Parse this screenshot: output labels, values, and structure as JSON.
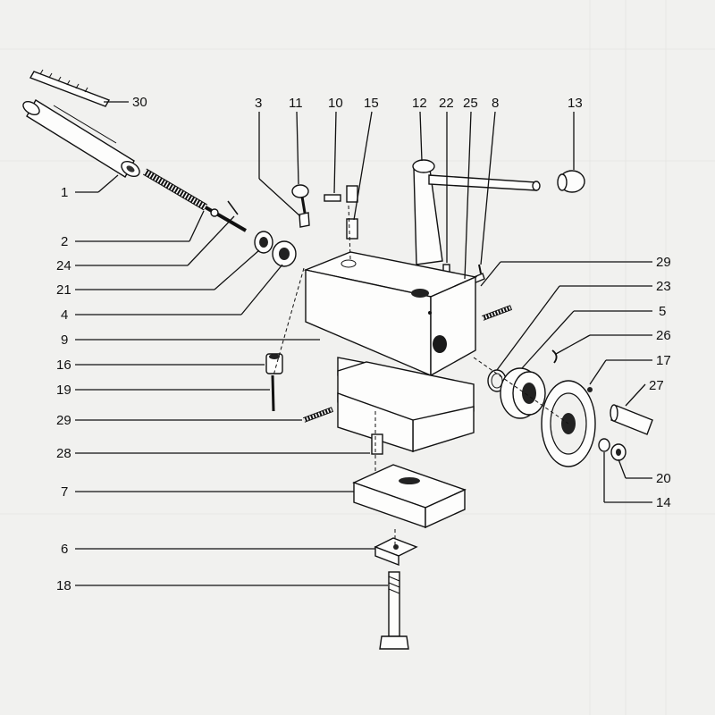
{
  "labels": {
    "p30": "30",
    "p1": "1",
    "p2": "2",
    "p24": "24",
    "p21": "21",
    "p4": "4",
    "p9": "9",
    "p16": "16",
    "p19": "19",
    "p29a": "29",
    "p28": "28",
    "p7": "7",
    "p6": "6",
    "p18": "18",
    "p3": "3",
    "p11": "11",
    "p10": "10",
    "p15": "15",
    "p12": "12",
    "p22": "22",
    "p25": "25",
    "p8": "8",
    "p13": "13",
    "p29b": "29",
    "p23": "23",
    "p5": "5",
    "p26": "26",
    "p17": "17",
    "p27": "27",
    "p20": "20",
    "p14": "14"
  },
  "colors": {
    "ink": "#111111",
    "paper": "#f1f1ef",
    "bleed": "#cfcfcc"
  }
}
